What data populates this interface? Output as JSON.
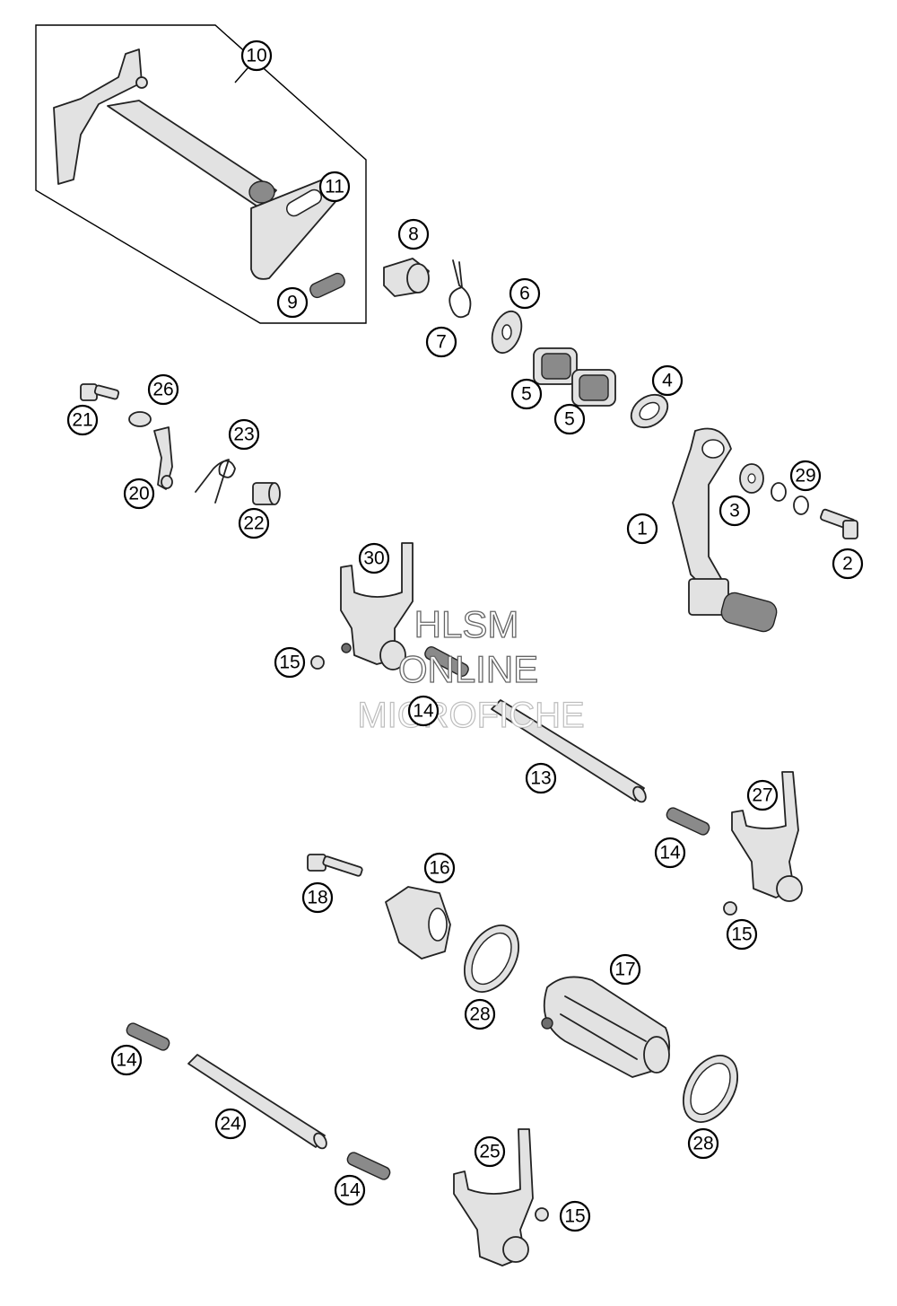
{
  "watermark": {
    "line1": "HLSM",
    "line2": "ONLINE",
    "line3": "MICROFICHE"
  },
  "callouts": {
    "c1": "1",
    "c2": "2",
    "c3": "3",
    "c4": "4",
    "c5a": "5",
    "c5b": "5",
    "c6": "6",
    "c7": "7",
    "c8": "8",
    "c9": "9",
    "c10": "10",
    "c11": "11",
    "c13": "13",
    "c14a": "14",
    "c14b": "14",
    "c14c": "14",
    "c14d": "14",
    "c15a": "15",
    "c15b": "15",
    "c15c": "15",
    "c16": "16",
    "c17": "17",
    "c18": "18",
    "c20": "20",
    "c21": "21",
    "c22": "22",
    "c23": "23",
    "c24": "24",
    "c25": "25",
    "c26": "26",
    "c27": "27",
    "c28a": "28",
    "c28b": "28",
    "c29": "29",
    "c30": "30"
  }
}
